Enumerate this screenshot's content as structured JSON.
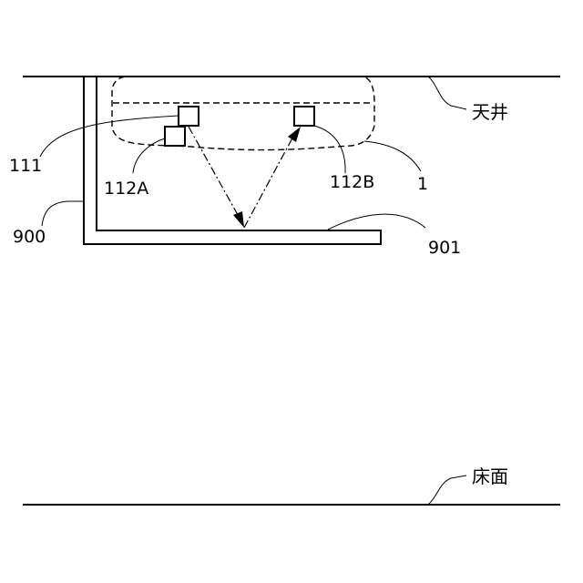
{
  "labels": {
    "ceiling": "天井",
    "floor": "床面",
    "device": "1",
    "sensor_111": "111",
    "sensor_112a": "112A",
    "sensor_112b": "112B",
    "wall_900": "900",
    "shelf_901": "901"
  }
}
